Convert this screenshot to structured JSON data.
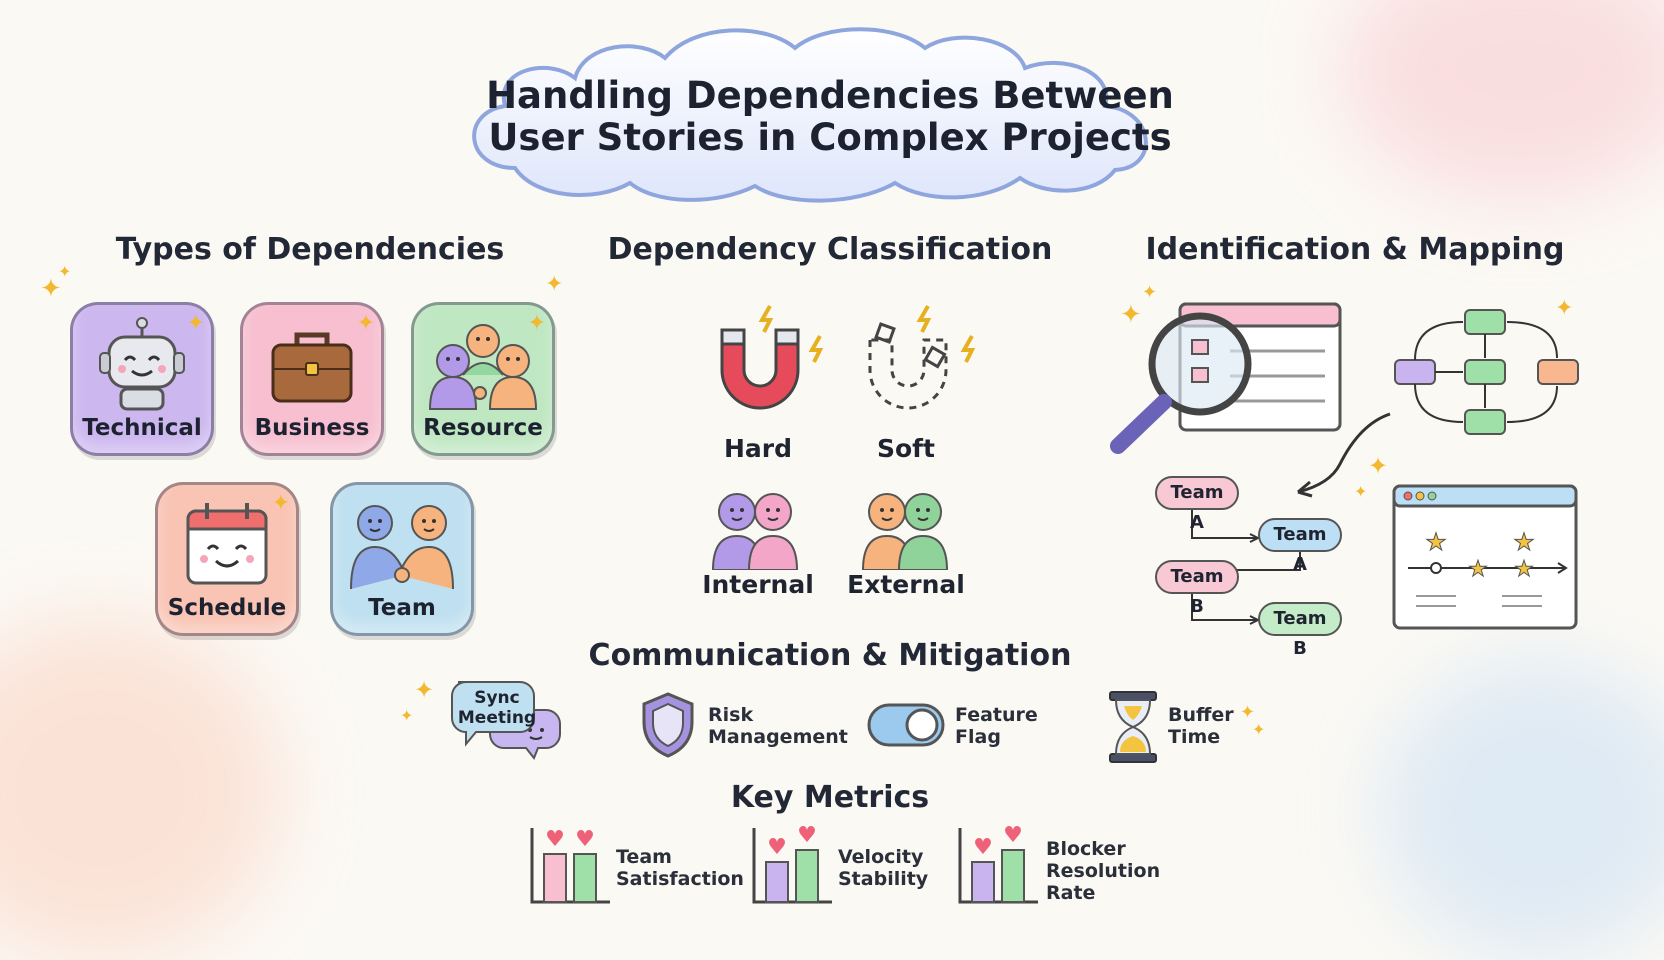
{
  "title": {
    "line1": "Handling Dependencies Between",
    "line2": "User Stories in Complex Projects"
  },
  "colors": {
    "purple": "#cdb7ef",
    "pink": "#f7bfd0",
    "green": "#bfe7c2",
    "peach": "#f9c4b4",
    "blue": "#bfe0f0",
    "teamA": "#f8c8d4",
    "teamA2": "#bcdff5",
    "teamB": "#f8c8d4",
    "teamB2": "#c4ecc9"
  },
  "types": {
    "heading": "Types of Dependencies",
    "items": [
      {
        "label": "Technical",
        "icon": "robot-icon"
      },
      {
        "label": "Business",
        "icon": "briefcase-icon"
      },
      {
        "label": "Resource",
        "icon": "people-group-icon"
      },
      {
        "label": "Schedule",
        "icon": "calendar-icon"
      },
      {
        "label": "Team",
        "icon": "handshake-icon"
      }
    ]
  },
  "classification": {
    "heading": "Dependency Classification",
    "items": [
      {
        "label": "Hard",
        "icon": "magnet-icon"
      },
      {
        "label": "Soft",
        "icon": "dashed-magnet-icon"
      },
      {
        "label": "Internal",
        "icon": "purple-pink-people-icon"
      },
      {
        "label": "External",
        "icon": "orange-green-people-icon"
      }
    ]
  },
  "identification": {
    "heading": "Identification & Mapping",
    "teams": [
      "Team A",
      "Team A",
      "Team B",
      "Team B"
    ]
  },
  "communication": {
    "heading": "Communication & Mitigation",
    "sync_label": "Sync Meeting",
    "sync_line1": "Sync",
    "sync_line2": "Meeting",
    "items": [
      {
        "line1": "Risk",
        "line2": "Management",
        "icon": "shield-icon"
      },
      {
        "line1": "Feature",
        "line2": "Flag",
        "icon": "toggle-icon"
      },
      {
        "line1": "Buffer",
        "line2": "Time",
        "icon": "hourglass-icon"
      }
    ]
  },
  "metrics": {
    "heading": "Key Metrics",
    "items": [
      {
        "lines": [
          "Team",
          "Satisfaction"
        ],
        "icon": "bar-chart-icon"
      },
      {
        "lines": [
          "Velocity",
          "Stability"
        ],
        "icon": "bar-chart-icon"
      },
      {
        "lines": [
          "Blocker",
          "Resolution",
          "Rate"
        ],
        "icon": "bar-chart-icon"
      }
    ]
  }
}
